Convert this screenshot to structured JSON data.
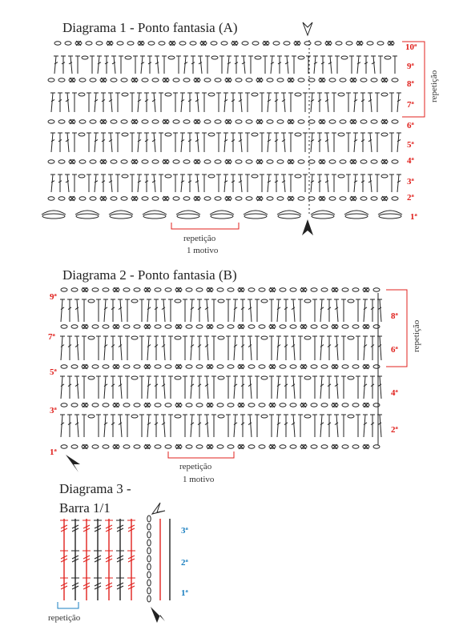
{
  "colors": {
    "ink": "#222222",
    "accent": "#e0201c",
    "blue": "#1a7fc0",
    "bracket": "#e0201c"
  },
  "diagram1": {
    "title": "Diagrama 1 - Ponto fantasia (A)",
    "row_labels": [
      "1ª",
      "2ª",
      "3ª",
      "4ª",
      "5ª",
      "6ª",
      "7ª",
      "8ª",
      "9ª",
      "10ª"
    ],
    "side_label": "repetição",
    "repeat_label": "repetição",
    "motif_label": "1 motivo"
  },
  "diagram2": {
    "title": "Diagrama 2 - Ponto fantasia (B)",
    "row_labels": [
      "1ª",
      "2ª",
      "3ª",
      "4ª",
      "5ª",
      "6ª",
      "7ª",
      "8ª",
      "9ª"
    ],
    "side_label": "repetição",
    "repeat_label": "repetição",
    "motif_label": "1 motivo"
  },
  "diagram3": {
    "title_line1": "Diagrama 3 -",
    "title_line2": "Barra 1/1",
    "row_labels": [
      "1ª",
      "2ª",
      "3ª"
    ],
    "repeat_label": "repetição"
  }
}
